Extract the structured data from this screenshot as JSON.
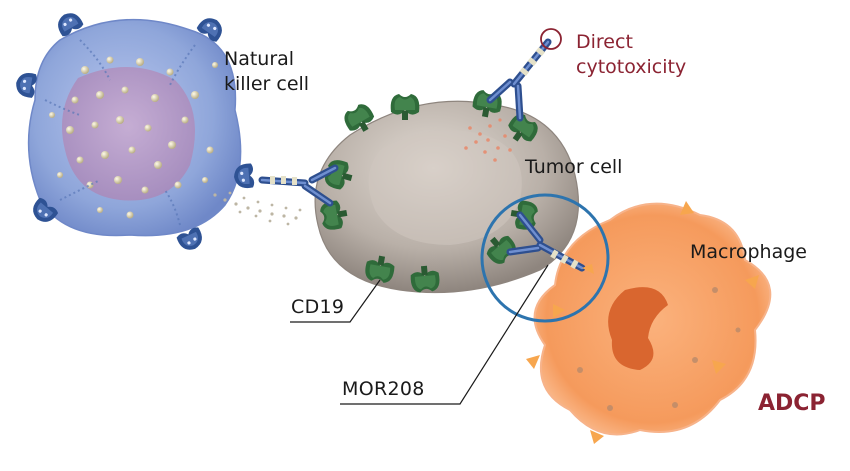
{
  "labels": {
    "nk_cell_line1": "Natural",
    "nk_cell_line2": "killer cell",
    "direct_line1": "Direct",
    "direct_line2": "cytotoxicity",
    "tumor_cell": "Tumor cell",
    "macrophage": "Macrophage",
    "cd19": "CD19",
    "mor208": "MOR208",
    "adcp": "ADCP"
  },
  "colors": {
    "nk_cell": "#8fa6da",
    "nk_nucleus": "#b797c2",
    "tumor_cell": "#b7aea6",
    "macrophage": "#f59a5c",
    "macrophage_nucleus": "#d9662f",
    "cd19_receptor": "#2f6b3a",
    "antibody": "#2e4f8f",
    "highlight_circle": "#2d74ae",
    "accent_red": "#8b2332"
  }
}
